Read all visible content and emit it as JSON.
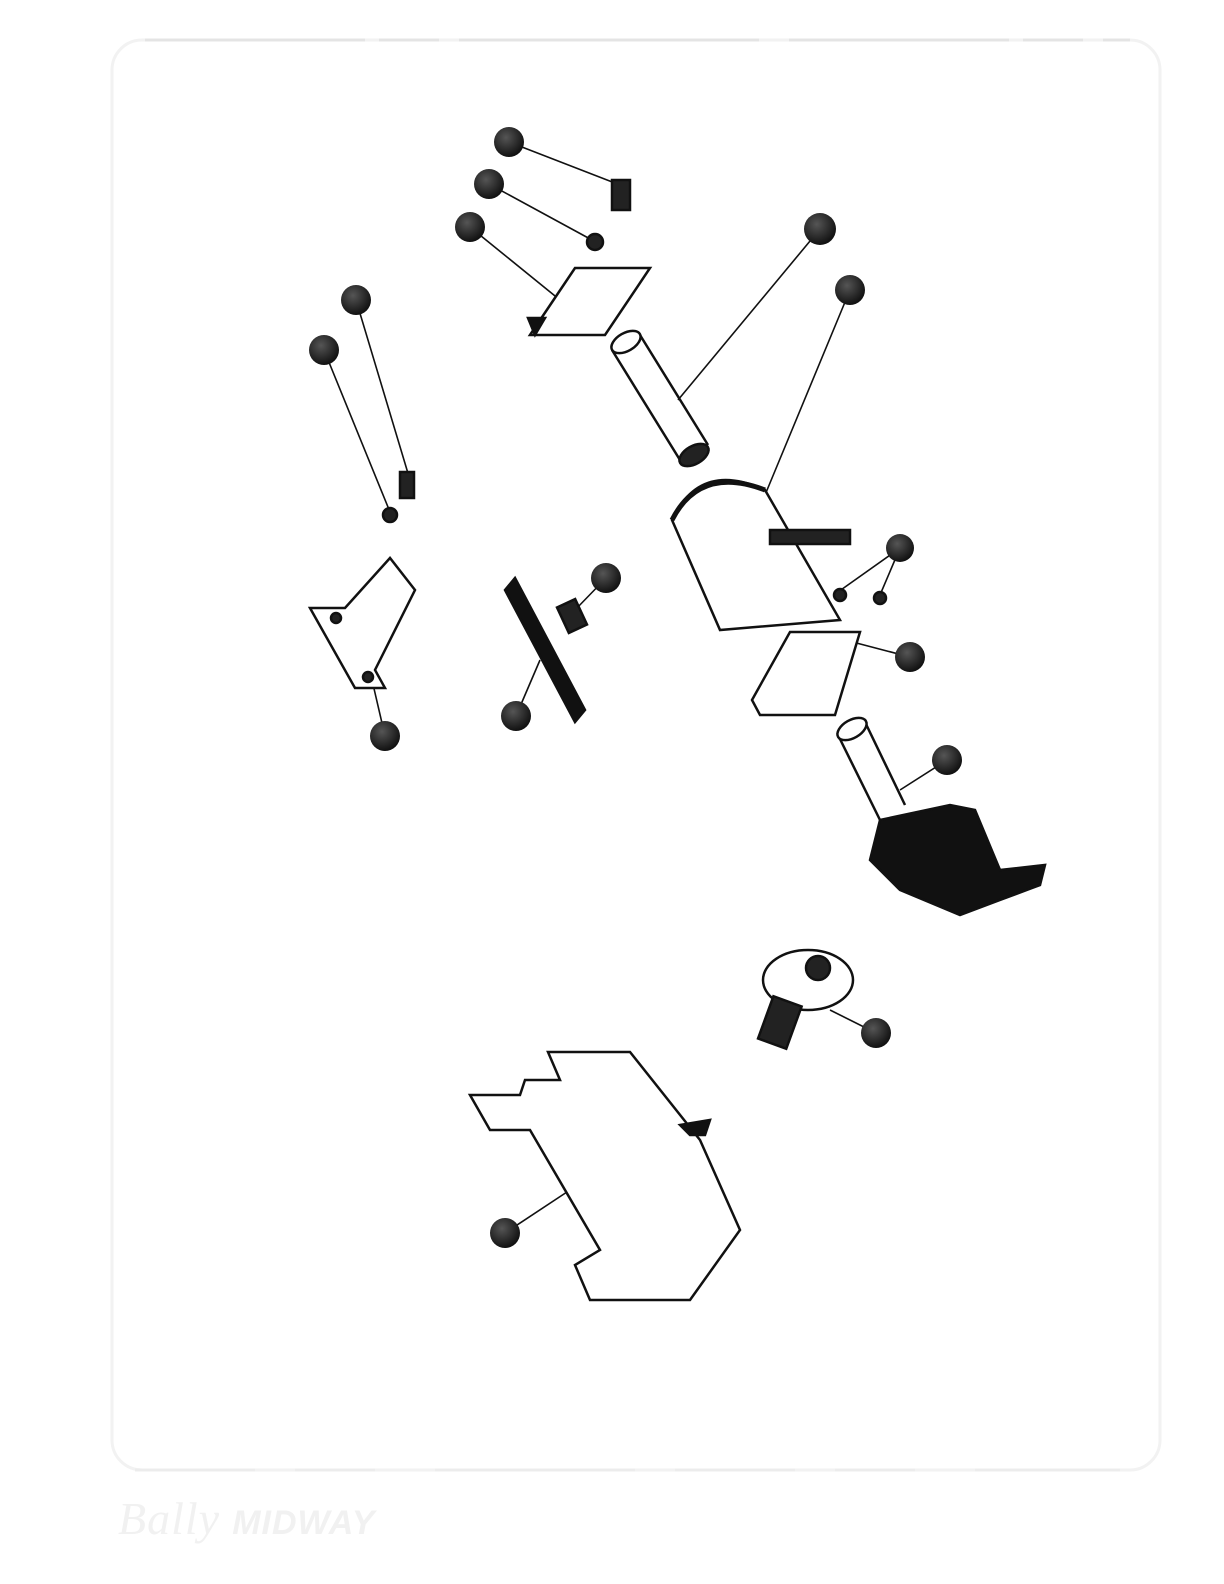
{
  "page": {
    "type": "exploded parts diagram",
    "logo": {
      "brand": "Bally",
      "sub": "MIDWAY"
    }
  }
}
